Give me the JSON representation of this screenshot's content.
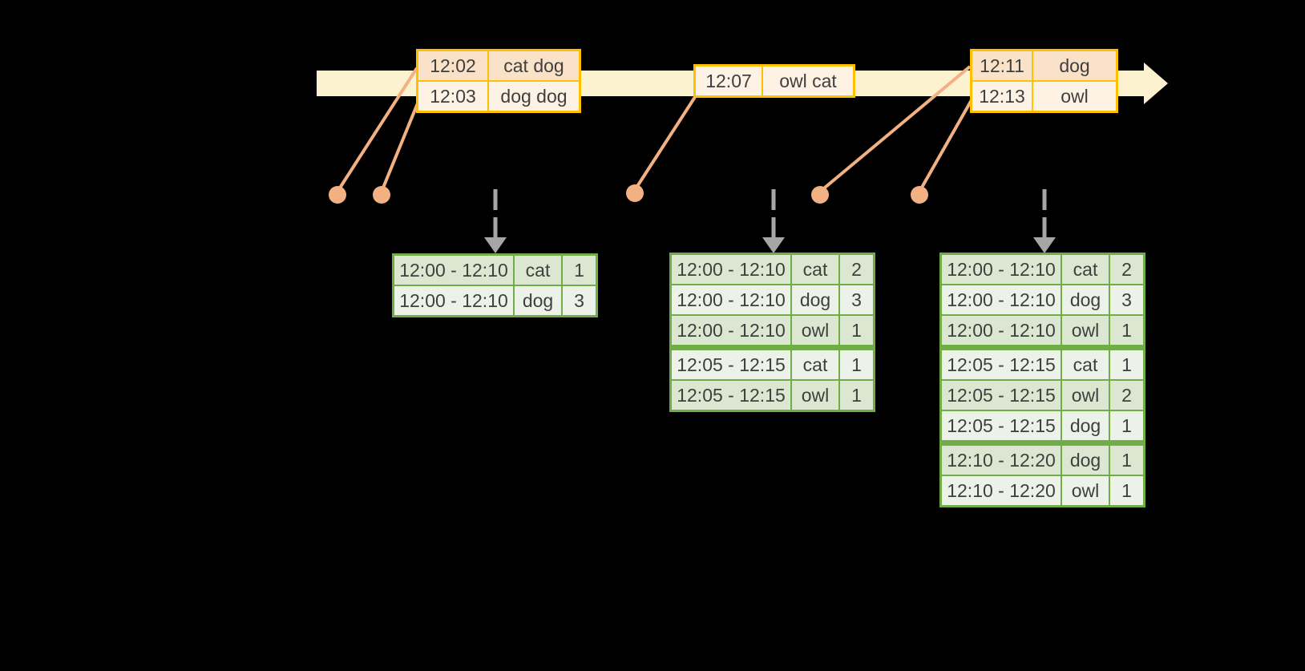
{
  "palette": {
    "background": "#000000",
    "timeline_band": "#fdf2cf",
    "event_border": "#ffc000",
    "event_row_dark": "#f9e2c7",
    "event_row_light": "#fdf2e4",
    "result_border": "#70ad47",
    "result_row_dark": "#dce7d1",
    "result_row_light": "#edf2e9",
    "connector": "#f3b183",
    "dashed_arrow": "#a6a6a6",
    "text": "#3f3f3f"
  },
  "event_tables": [
    {
      "id": "events-1",
      "rows": [
        {
          "time": "12:02",
          "words": "cat dog",
          "shade": "dark"
        },
        {
          "time": "12:03",
          "words": "dog dog",
          "shade": "light"
        }
      ]
    },
    {
      "id": "events-2",
      "rows": [
        {
          "time": "12:07",
          "words": "owl cat",
          "shade": "light"
        }
      ]
    },
    {
      "id": "events-3",
      "rows": [
        {
          "time": "12:11",
          "words": "dog",
          "shade": "dark"
        },
        {
          "time": "12:13",
          "words": "owl",
          "shade": "light"
        }
      ]
    }
  ],
  "result_tables": [
    {
      "id": "results-1",
      "rows": [
        {
          "window": "12:00 - 12:10",
          "word": "cat",
          "count": "1",
          "shade": "dark"
        },
        {
          "window": "12:00 - 12:10",
          "word": "dog",
          "count": "3",
          "shade": "light"
        }
      ]
    },
    {
      "id": "results-2",
      "rows": [
        {
          "window": "12:00 - 12:10",
          "word": "cat",
          "count": "2",
          "shade": "dark"
        },
        {
          "window": "12:00 - 12:10",
          "word": "dog",
          "count": "3",
          "shade": "light"
        },
        {
          "window": "12:00 - 12:10",
          "word": "owl",
          "count": "1",
          "shade": "dark"
        },
        {
          "window": "12:05 - 12:15",
          "word": "cat",
          "count": "1",
          "shade": "light",
          "group_start": true
        },
        {
          "window": "12:05 - 12:15",
          "word": "owl",
          "count": "1",
          "shade": "dark"
        }
      ]
    },
    {
      "id": "results-3",
      "rows": [
        {
          "window": "12:00 - 12:10",
          "word": "cat",
          "count": "2",
          "shade": "dark"
        },
        {
          "window": "12:00 - 12:10",
          "word": "dog",
          "count": "3",
          "shade": "light"
        },
        {
          "window": "12:00 - 12:10",
          "word": "owl",
          "count": "1",
          "shade": "dark"
        },
        {
          "window": "12:05 - 12:15",
          "word": "cat",
          "count": "1",
          "shade": "light",
          "group_start": true
        },
        {
          "window": "12:05 - 12:15",
          "word": "owl",
          "count": "2",
          "shade": "dark"
        },
        {
          "window": "12:05 - 12:15",
          "word": "dog",
          "count": "1",
          "shade": "light"
        },
        {
          "window": "12:10 - 12:20",
          "word": "dog",
          "count": "1",
          "shade": "dark",
          "group_start": true
        },
        {
          "window": "12:10 - 12:20",
          "word": "owl",
          "count": "1",
          "shade": "light"
        }
      ]
    }
  ]
}
